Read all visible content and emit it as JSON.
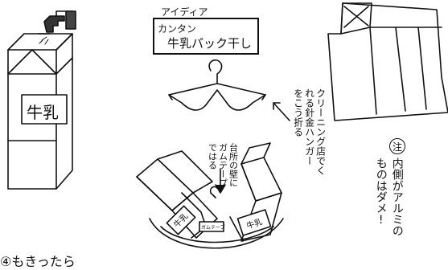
{
  "idea_header": "アイディア",
  "idea_box": {
    "line1": "カンタン",
    "line2": "牛乳パック干し"
  },
  "carton_label": "牛乳",
  "hanger_note": [
    "クリーニング店でく",
    "れる針金ハンガー",
    "をこう折る"
  ],
  "tape_note": [
    "台所の壁に",
    "ガムテープ",
    "ではる"
  ],
  "tape_label": "ガムテープ",
  "small_carton_label": "牛乳",
  "caution_mark": "注",
  "caution_text": [
    "内側がアルミの",
    "ものはダメ!"
  ],
  "bottom_partial": "④もきったら"
}
